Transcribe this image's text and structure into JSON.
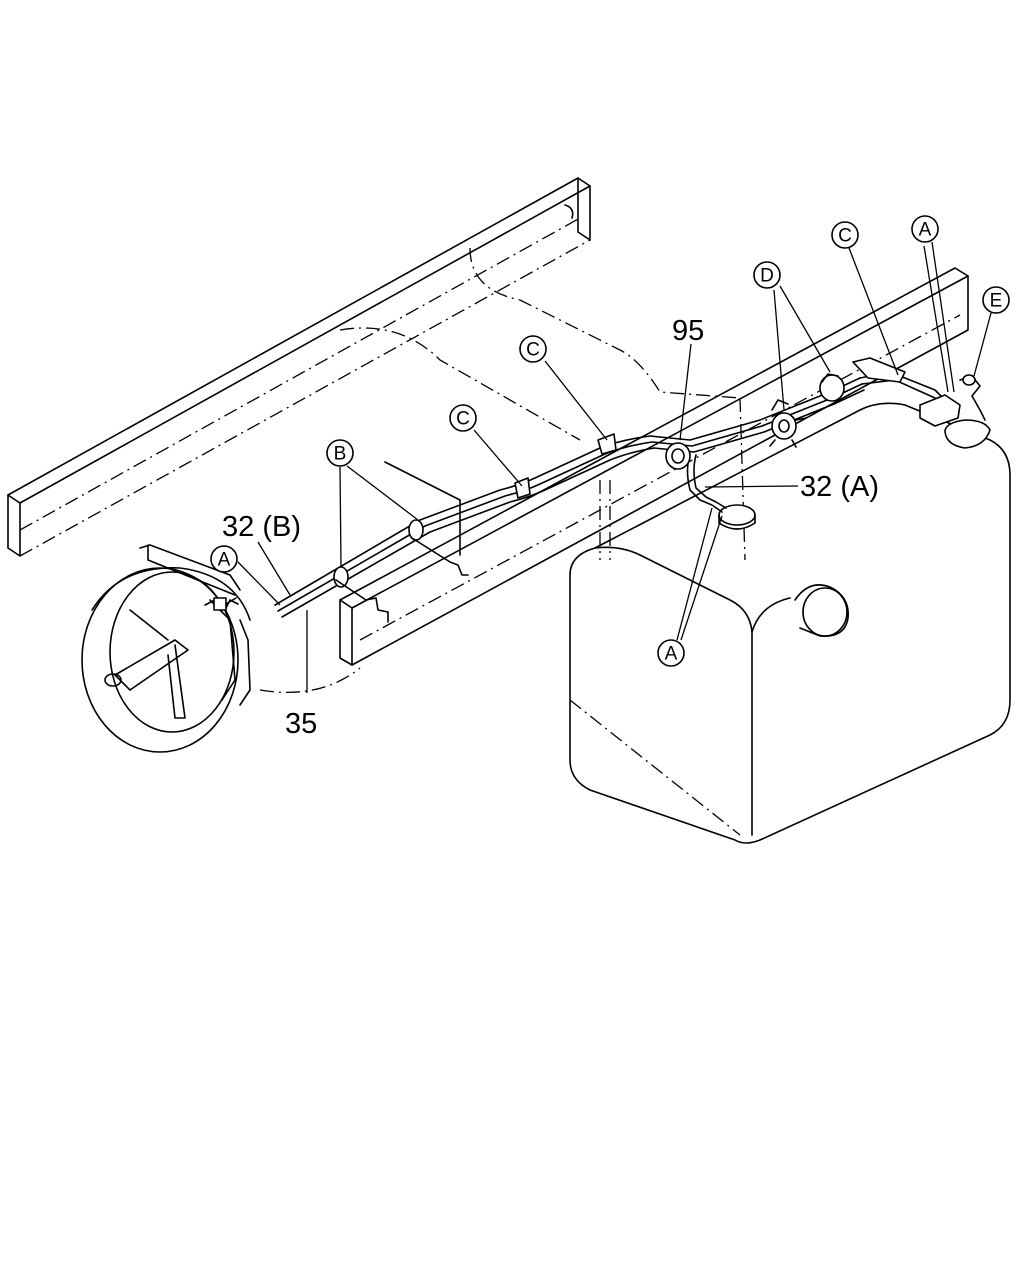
{
  "diagram": {
    "part_labels": {
      "p95": "95",
      "p32a": "32 (A)",
      "p32b": "32 (B)",
      "p35": "35"
    },
    "callouts": {
      "c_top_right": "C",
      "a_top_right": "A",
      "e_top_right": "E",
      "d_group": "D",
      "c_mid": "C",
      "c_left": "C",
      "b_group": "B",
      "a_left": "A",
      "a_bottom": "A"
    }
  }
}
